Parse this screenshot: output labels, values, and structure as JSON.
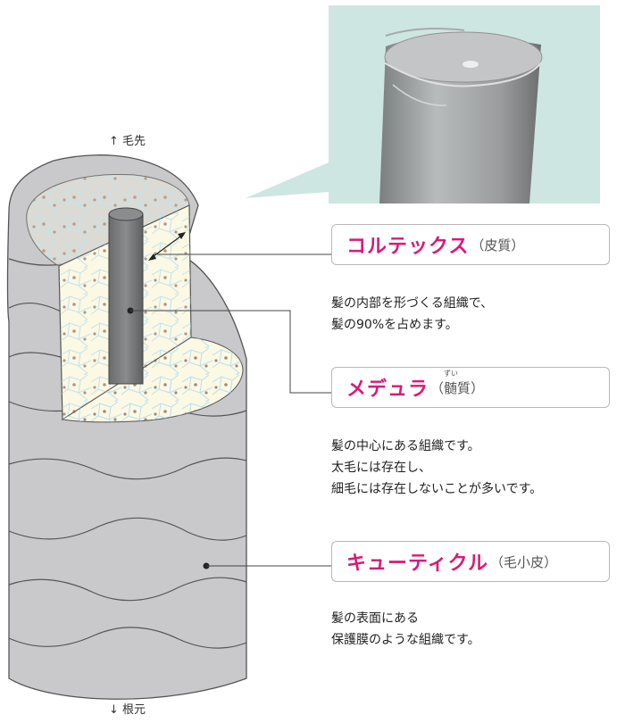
{
  "directions": {
    "tip": "↑ 毛先",
    "root": "↓ 根元"
  },
  "layers": [
    {
      "id": "cortex",
      "name": "コルテックス",
      "sub_open": "（",
      "sub": "皮質",
      "sub_ruby": "",
      "sub_close": "）",
      "desc": [
        "髪の内部を形づくる組織で、",
        "髪の90%を占めます。"
      ]
    },
    {
      "id": "medulla",
      "name": "メデュラ",
      "sub_open": "（",
      "sub": "髄",
      "sub_ruby": "ずい",
      "sub_rest": "質",
      "sub_close": "）",
      "desc": [
        "髪の中心にある組織です。",
        "太毛には存在し、",
        "細毛には存在しないことが多いです。"
      ]
    },
    {
      "id": "cuticle",
      "name": "キューティクル",
      "sub_open": "（",
      "sub": "毛小皮",
      "sub_ruby": "",
      "sub_close": "）",
      "desc": [
        "髪の表面にある",
        "保護膜のような組織です。"
      ]
    }
  ],
  "colors": {
    "accent": "#d81b77",
    "photo_bg": "#cde6e1",
    "cuticle": "#c9c9cb",
    "cortex": "#fbf8e4",
    "cell_line": "#a9d9ef",
    "medulla": "#7a7b7d"
  },
  "icons": {
    "photo": "sem-hair-photo",
    "callout": "speech-callout"
  }
}
